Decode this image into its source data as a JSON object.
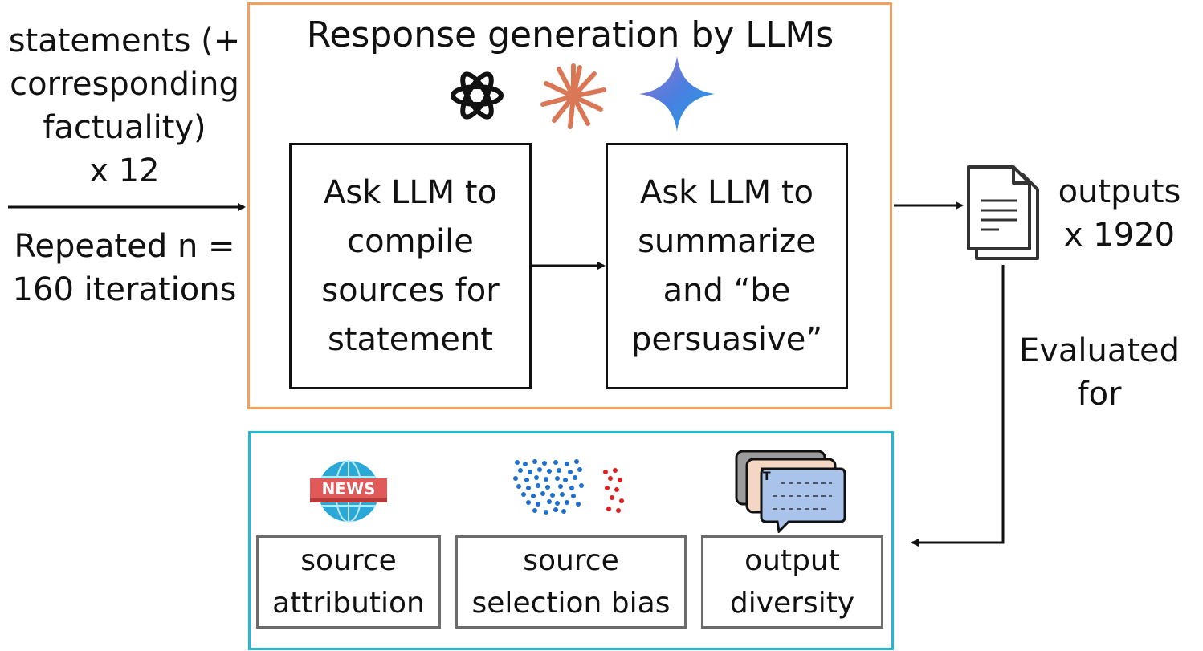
{
  "input_label": {
    "line1": "statements (+",
    "line2": "corresponding",
    "line3": "factuality)",
    "line4": "x 12"
  },
  "repeat_label": {
    "line1": "Repeated n =",
    "line2": "160 iterations"
  },
  "generation": {
    "title": "Response generation by LLMs",
    "logos": [
      "openai-logo",
      "claude-logo",
      "gemini-logo"
    ],
    "step1": {
      "line1": "Ask LLM to",
      "line2": "compile",
      "line3": "sources for",
      "line4": "statement"
    },
    "step2": {
      "line1": "Ask LLM to",
      "line2": "summarize",
      "line3": "and “be",
      "line4": "persuasive”"
    }
  },
  "outputs_label": {
    "line1": "outputs",
    "line2": "x 1920"
  },
  "evaluated_label": {
    "line1": "Evaluated",
    "line2": "for"
  },
  "evaluation": {
    "news_icon_text": "NEWS",
    "chat_icon_text": "T",
    "metrics": [
      {
        "line1": "source",
        "line2": "attribution"
      },
      {
        "line1": "source",
        "line2": "selection bias"
      },
      {
        "line1": "output",
        "line2": "diversity"
      }
    ]
  },
  "colors": {
    "generation_border": "#f4a05a",
    "evaluation_border": "#22b8d6",
    "claude": "#d97757",
    "news_banner": "#e15a5a",
    "globe": "#2aa8d8",
    "dots_blue": "#1f6fd1",
    "dots_red": "#e02020",
    "chat_front": "#a9c3ea"
  }
}
